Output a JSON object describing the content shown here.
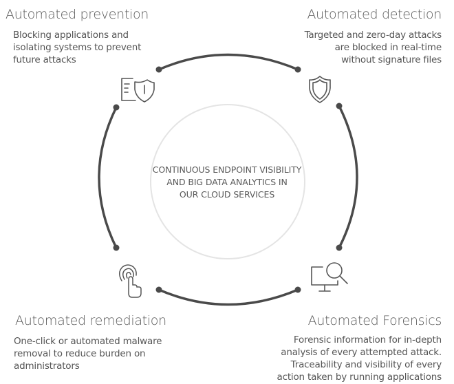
{
  "prevention": {
    "title": "Automated prevention",
    "lines": [
      "Blocking applications and",
      "isolating systems to prevent",
      "future attacks"
    ],
    "icon": "shield-document-icon"
  },
  "detection": {
    "title": "Automated detection",
    "lines": [
      "Targeted and zero-day attacks",
      "are blocked in real-time",
      "without signature files"
    ],
    "icon": "shield-icon"
  },
  "remediation": {
    "title": "Automated remediation",
    "lines": [
      "One-click or automated malware",
      "removal to reduce burden on",
      "administrators"
    ],
    "icon": "fingerprint-touch-icon"
  },
  "forensics": {
    "title": "Automated Forensics",
    "lines": [
      "Forensic information for in-depth",
      "analysis of every attempted attack.",
      "Traceability and visibility of every",
      "action taken by running applications"
    ],
    "icon": "monitor-search-icon"
  },
  "center": {
    "lines": [
      "CONTINUOUS ENDPOINT VISIBILITY",
      "AND BIG DATA ANALYTICS IN",
      "OUR CLOUD SERVICES"
    ]
  },
  "colors": {
    "line": "#4a4a4a",
    "inner_circle": "#e4e4e4",
    "text": "#555555"
  }
}
